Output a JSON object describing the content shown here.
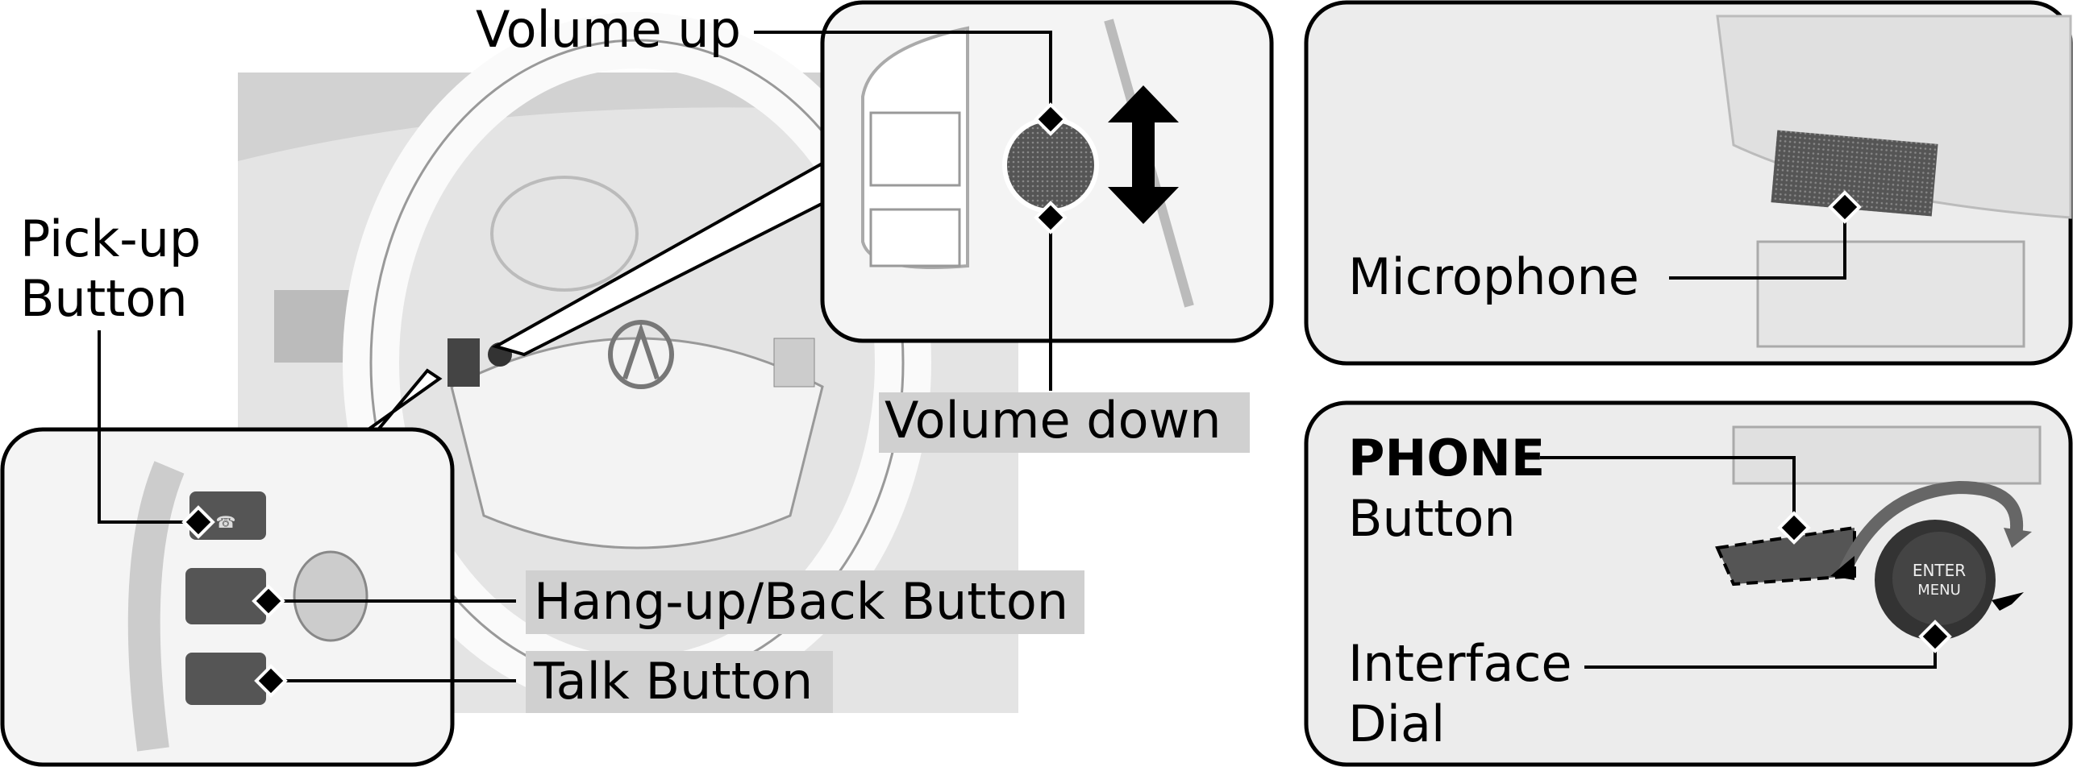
{
  "labels": {
    "volume_up": "Volume up",
    "volume_down": "Volume down",
    "pickup_line1": "Pick-up",
    "pickup_line2": "Button",
    "hangup": "Hang-up/Back Button",
    "talk": "Talk Button",
    "microphone": "Microphone",
    "phone_line1": "PHONE",
    "phone_line2": "Button",
    "dial_line1": "Interface",
    "dial_line2": "Dial"
  },
  "dial": {
    "enter": "ENTER",
    "menu": "MENU"
  },
  "icons": [
    "double-arrow-up-down-icon",
    "rotate-arrow-icon",
    "push-arrow-icon",
    "acura-logo"
  ],
  "colors": {
    "label_box": "#d0d0d0",
    "panel_bg": "#ececec",
    "line": "#000000"
  }
}
